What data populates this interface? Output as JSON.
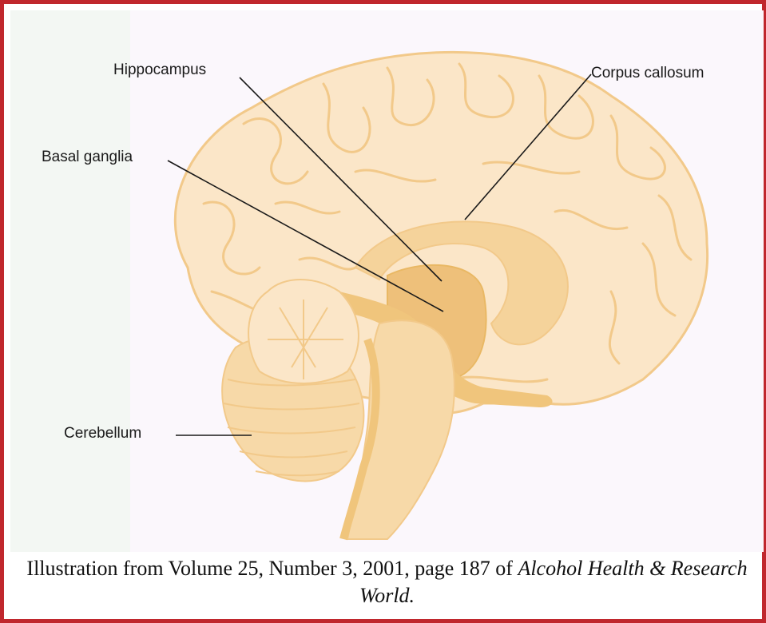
{
  "labels": {
    "hippocampus": "Hippocampus",
    "corpus_callosum": "Corpus callosum",
    "basal_ganglia": "Basal ganglia",
    "cerebellum": "Cerebellum"
  },
  "caption": {
    "text": "Illustration from Volume 25, Number 3, 2001, page 187 of",
    "journal": "Alcohol Health & Research World."
  },
  "colors": {
    "border": "#c0272d",
    "brain_fill": "#fbe6c8",
    "brain_outline": "#f2c98a",
    "deep_structure": "#f0c57c",
    "ventricle": "#e9b864"
  }
}
